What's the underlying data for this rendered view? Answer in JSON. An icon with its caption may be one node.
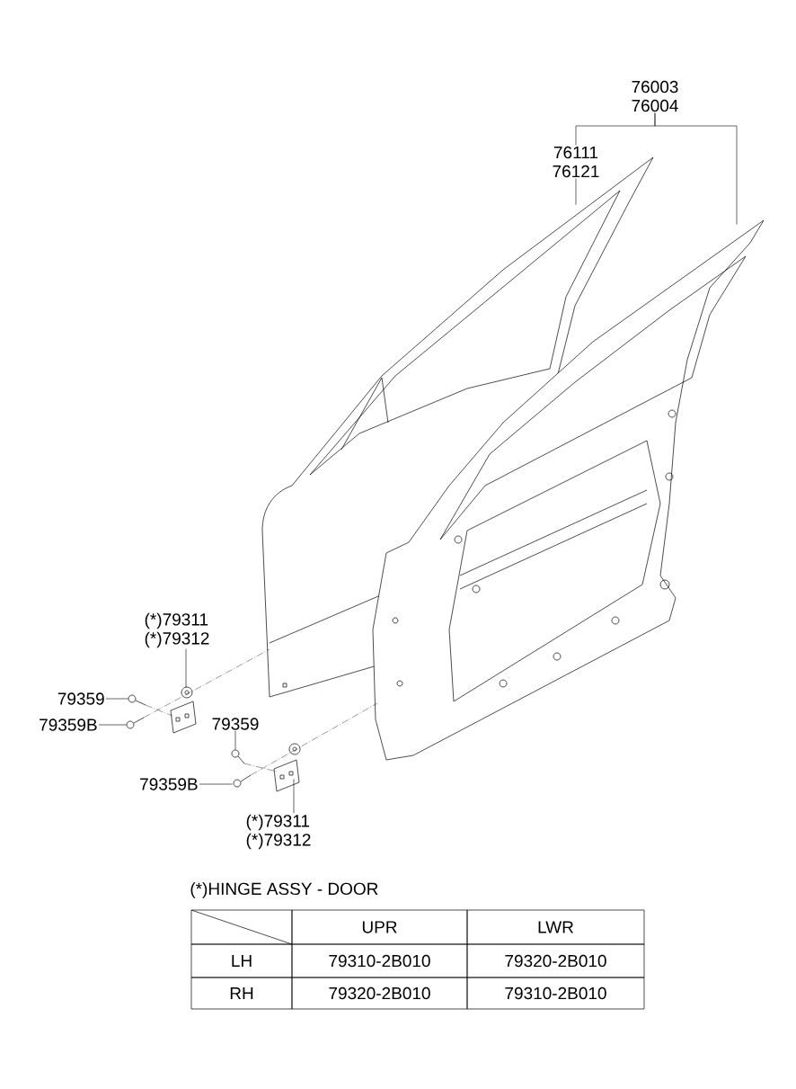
{
  "diagram": {
    "nodes": [
      {
        "text": [
          "76003",
          "76004"
        ]
      },
      {
        "text": [
          "76111",
          "76121"
        ]
      },
      {
        "text": [
          "(*)79311",
          "(*)79312"
        ]
      },
      {
        "text": [
          "79359"
        ]
      },
      {
        "text": [
          "79359B"
        ]
      },
      {
        "text": [
          "79359"
        ]
      },
      {
        "text": [
          "79359B"
        ]
      },
      {
        "text": [
          "(*)79311",
          "(*)79312"
        ]
      },
      {
        "text": [],
        "shape": "picture"
      },
      {
        "text": [],
        "shape": "picture"
      },
      {
        "text": [],
        "shape": "picture"
      },
      {
        "text": [],
        "shape": "picture"
      },
      {
        "text": [],
        "shape": "picture"
      },
      {
        "text": [],
        "shape": "picture"
      },
      {
        "text": [],
        "shape": "picture"
      },
      {
        "text": [],
        "shape": "picture"
      }
    ],
    "edges": [
      {
        "from": 0,
        "to": 9,
        "arrow": "none"
      },
      {
        "from": 0,
        "to": 1,
        "arrow": "none"
      },
      {
        "from": 1,
        "to": 8,
        "arrow": "none"
      },
      {
        "from": 2,
        "to": 10,
        "arrow": "none"
      },
      {
        "from": 3,
        "to": 12,
        "arrow": "none"
      },
      {
        "from": 4,
        "to": 13,
        "arrow": "none"
      },
      {
        "from": 5,
        "to": 14,
        "arrow": "none"
      },
      {
        "from": 6,
        "to": 15,
        "arrow": "none"
      },
      {
        "from": 7,
        "to": 11,
        "arrow": "none"
      },
      {
        "from": 13,
        "to": 8,
        "arrow": "none",
        "style": "dashed"
      },
      {
        "from": 15,
        "to": 9,
        "arrow": "none",
        "style": "dashed"
      },
      {
        "from": 14,
        "to": 11,
        "arrow": "none",
        "style": "dashed"
      },
      {
        "from": 12,
        "to": 10,
        "arrow": "none",
        "style": "dashed"
      }
    ],
    "labels": [
      "(*)HINGE ASSY - DOOR",
      "UPR",
      "LWR",
      "LH",
      "79310-2B010",
      "79320-2B010",
      "RH",
      "79320-2B010",
      "79310-2B010"
    ]
  }
}
